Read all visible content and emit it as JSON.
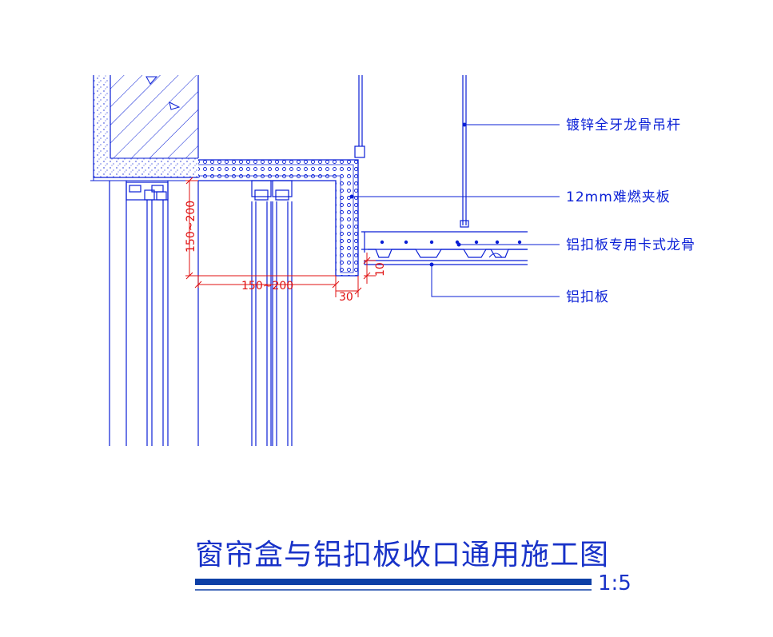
{
  "drawing": {
    "title": "窗帘盒与铝扣板收口通用施工图",
    "scale": "1:5",
    "callouts": [
      {
        "id": "hanger-rod",
        "text": "镀锌全牙龙骨吊杆"
      },
      {
        "id": "fireproof-board",
        "text": "12mm难燃夹板"
      },
      {
        "id": "clip-keel",
        "text": "铝扣板专用卡式龙骨"
      },
      {
        "id": "aluminum-panel",
        "text": "铝扣板"
      }
    ],
    "dimensions": {
      "vertical_depth": "150~200",
      "horizontal_width": "150~200",
      "board_offset": "30",
      "panel_gap": "10"
    },
    "colors": {
      "line": "#0a1fd6",
      "dimension": "#e01010",
      "title": "#1832c8",
      "underline": "#0d3fa6"
    }
  }
}
